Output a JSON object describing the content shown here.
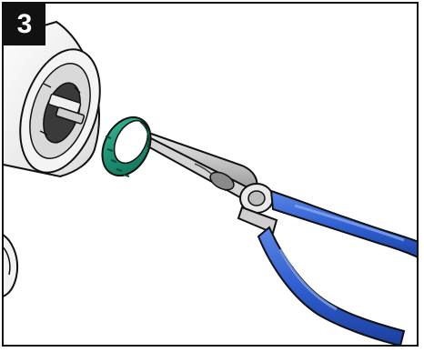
{
  "step": {
    "number": "3"
  },
  "illustration": {
    "objects": [
      "cartridge-housing",
      "retaining-nut",
      "needle-nose-pliers",
      "faucet-base"
    ],
    "colors": {
      "outline": "#111111",
      "nut_green": "#1f9a7c",
      "nut_green_dark": "#0f6e57",
      "handle_blue": "#2f5fd0",
      "handle_blue_dark": "#1c3f9e",
      "metal_light": "#e6e6e6",
      "metal_mid": "#b5b5b5",
      "metal_dark": "#6f6f6f"
    }
  }
}
